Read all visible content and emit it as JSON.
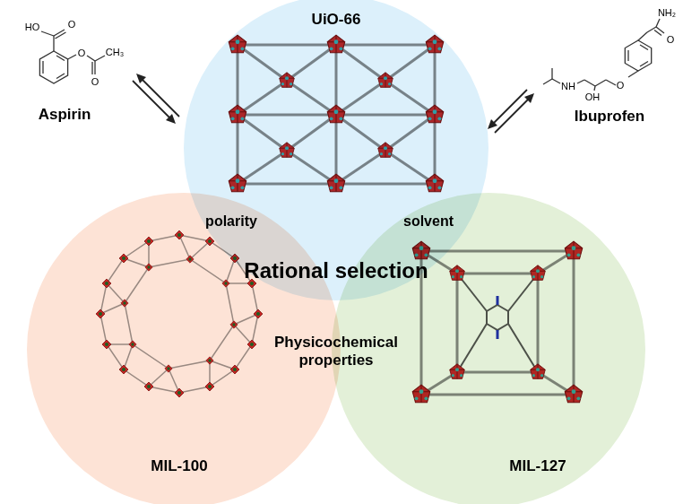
{
  "diagram": {
    "nodes": [
      {
        "text": [
          "UiO-66"
        ]
      },
      {
        "text": [
          "MIL-100"
        ]
      },
      {
        "text": [
          "MIL-127"
        ]
      }
    ],
    "labels": [
      "HO",
      "O",
      "O",
      "O",
      "CH₃",
      "Aspirin",
      "NH",
      "OH",
      "O",
      "O",
      "NH₂",
      "Ibuprofen",
      "polarity",
      "solvent",
      "Rational selection",
      "Physicochemical properties"
    ]
  }
}
